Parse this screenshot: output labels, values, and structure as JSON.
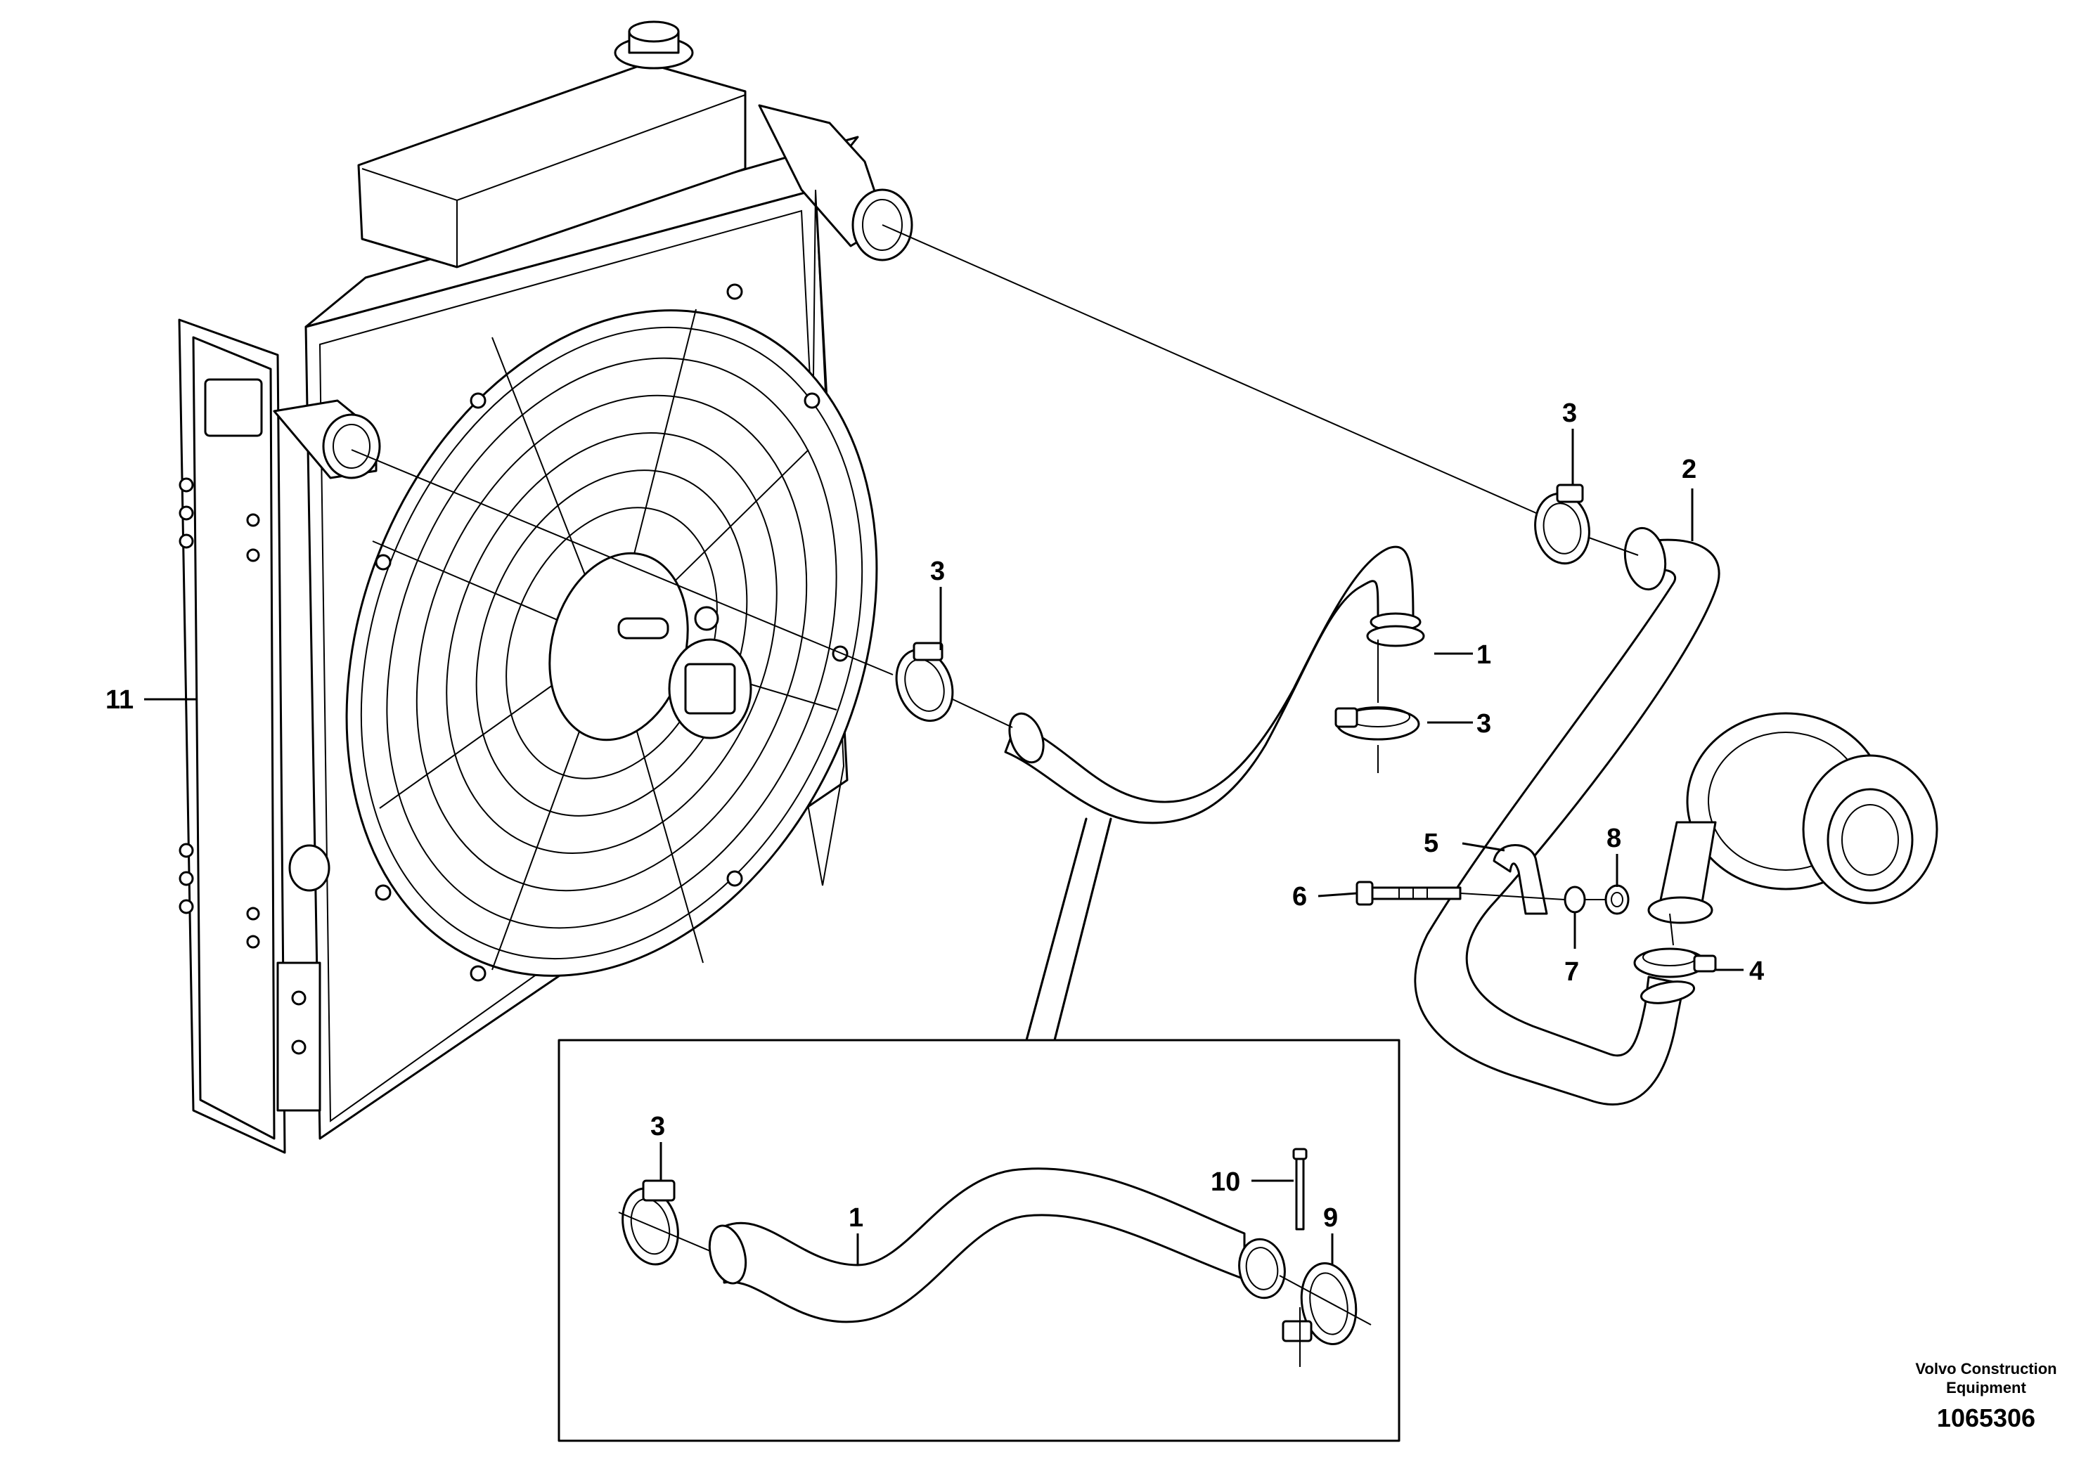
{
  "callouts": {
    "c11": "11",
    "c3_fan_clamp": "3",
    "c3_upper_clamp": "3",
    "c2": "2",
    "c1_main": "1",
    "c3_mid_clamp": "3",
    "c5": "5",
    "c6": "6",
    "c8": "8",
    "c7": "7",
    "c4": "4",
    "c3_inset": "3",
    "c1_inset": "1",
    "c10": "10",
    "c9": "9"
  },
  "footer": {
    "brand_line1": "Volvo Construction",
    "brand_line2": "Equipment",
    "drawing_number": "1065306"
  },
  "colors": {
    "line": "#000000",
    "background": "#ffffff"
  }
}
